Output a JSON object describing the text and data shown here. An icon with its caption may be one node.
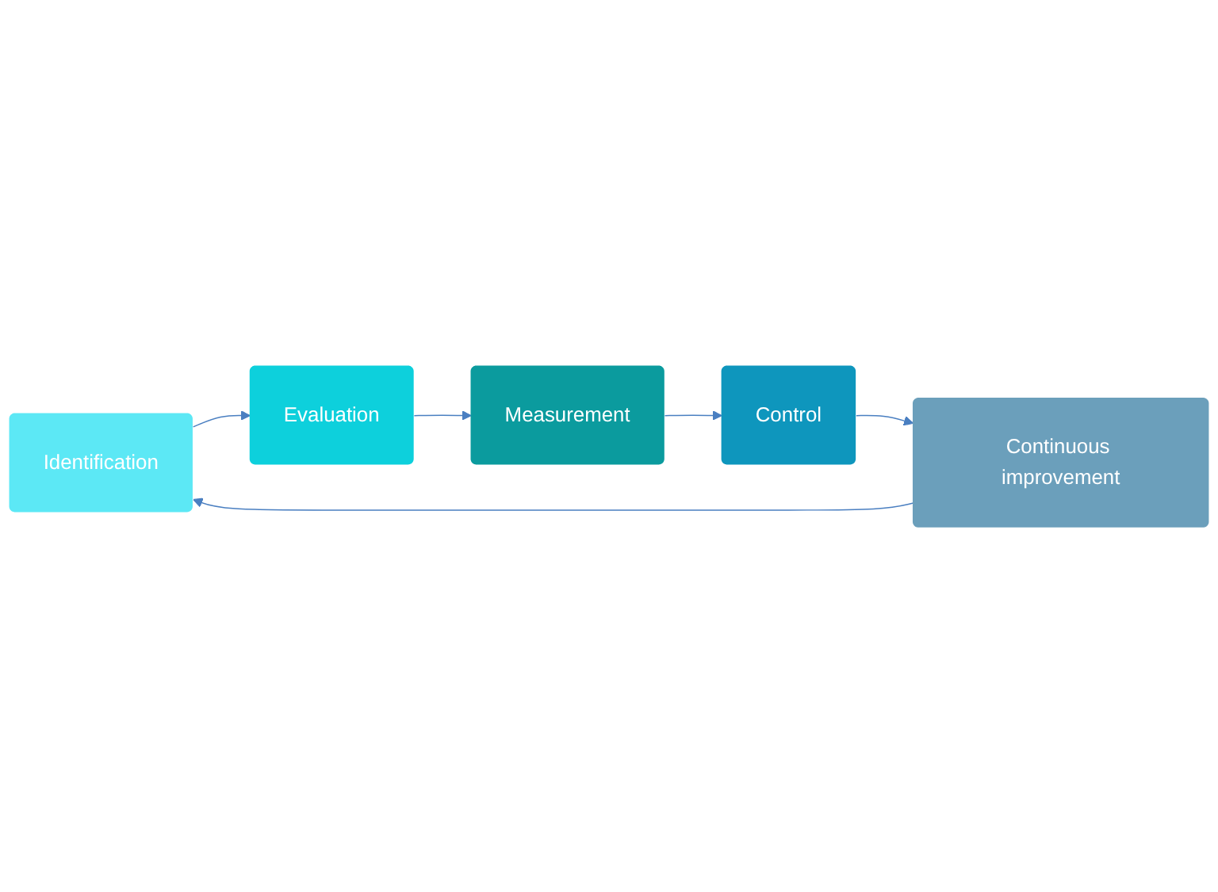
{
  "diagram": {
    "nodes": [
      {
        "text": [
          "Identification"
        ]
      },
      {
        "text": [
          "Evaluation"
        ]
      },
      {
        "text": [
          "Measurement"
        ]
      },
      {
        "text": [
          "Control"
        ]
      },
      {
        "text": [
          "Continuous improvement"
        ]
      }
    ],
    "edges": [
      {
        "from": 0,
        "to": 1,
        "arrow": "to"
      },
      {
        "from": 1,
        "to": 2,
        "arrow": "to"
      },
      {
        "from": 2,
        "to": 3,
        "arrow": "to"
      },
      {
        "from": 3,
        "to": 4,
        "arrow": "to"
      },
      {
        "from": 4,
        "to": 0,
        "arrow": "to"
      }
    ]
  }
}
